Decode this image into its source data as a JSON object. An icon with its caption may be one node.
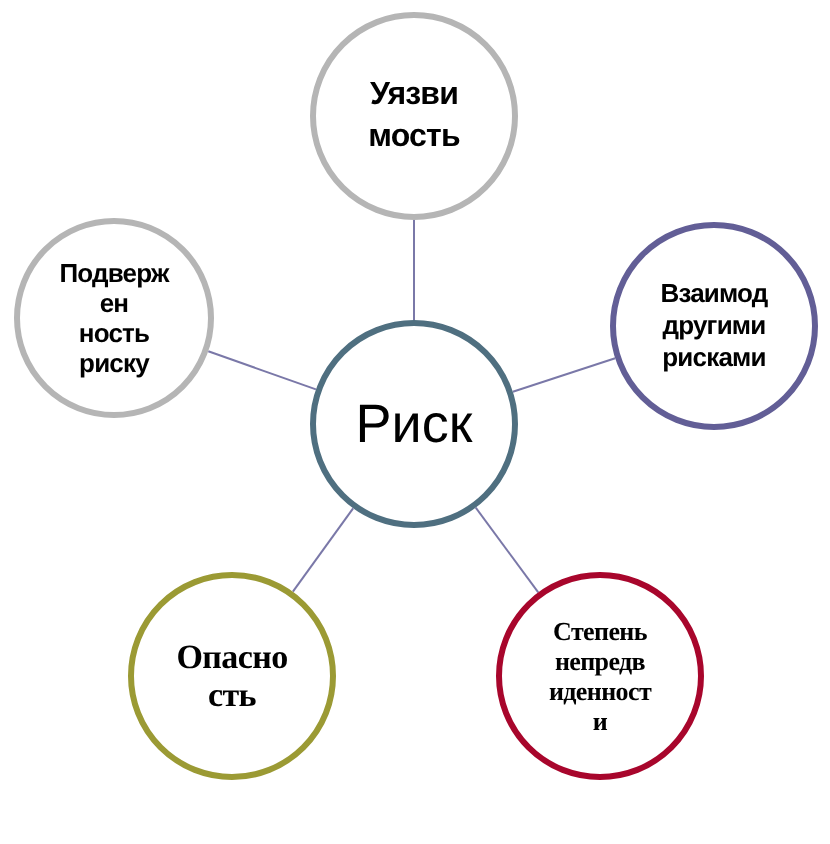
{
  "diagram": {
    "nodes": [
      {
        "text": [
          "Уязви мость"
        ]
      },
      {
        "text": [
          "Подверж ен ность риску"
        ]
      },
      {
        "text": [
          "Взаимод другими рисками"
        ]
      },
      {
        "text": [
          "Риск"
        ]
      },
      {
        "text": [
          "Опасно сть"
        ]
      },
      {
        "text": [
          "Степень непредв иденност и"
        ]
      }
    ],
    "edges": [
      {
        "from": 3,
        "to": 0,
        "arrow": "none"
      },
      {
        "from": 3,
        "to": 1,
        "arrow": "none"
      },
      {
        "from": 3,
        "to": 2,
        "arrow": "none"
      },
      {
        "from": 3,
        "to": 4,
        "arrow": "none"
      },
      {
        "from": 3,
        "to": 5,
        "arrow": "none"
      }
    ]
  }
}
